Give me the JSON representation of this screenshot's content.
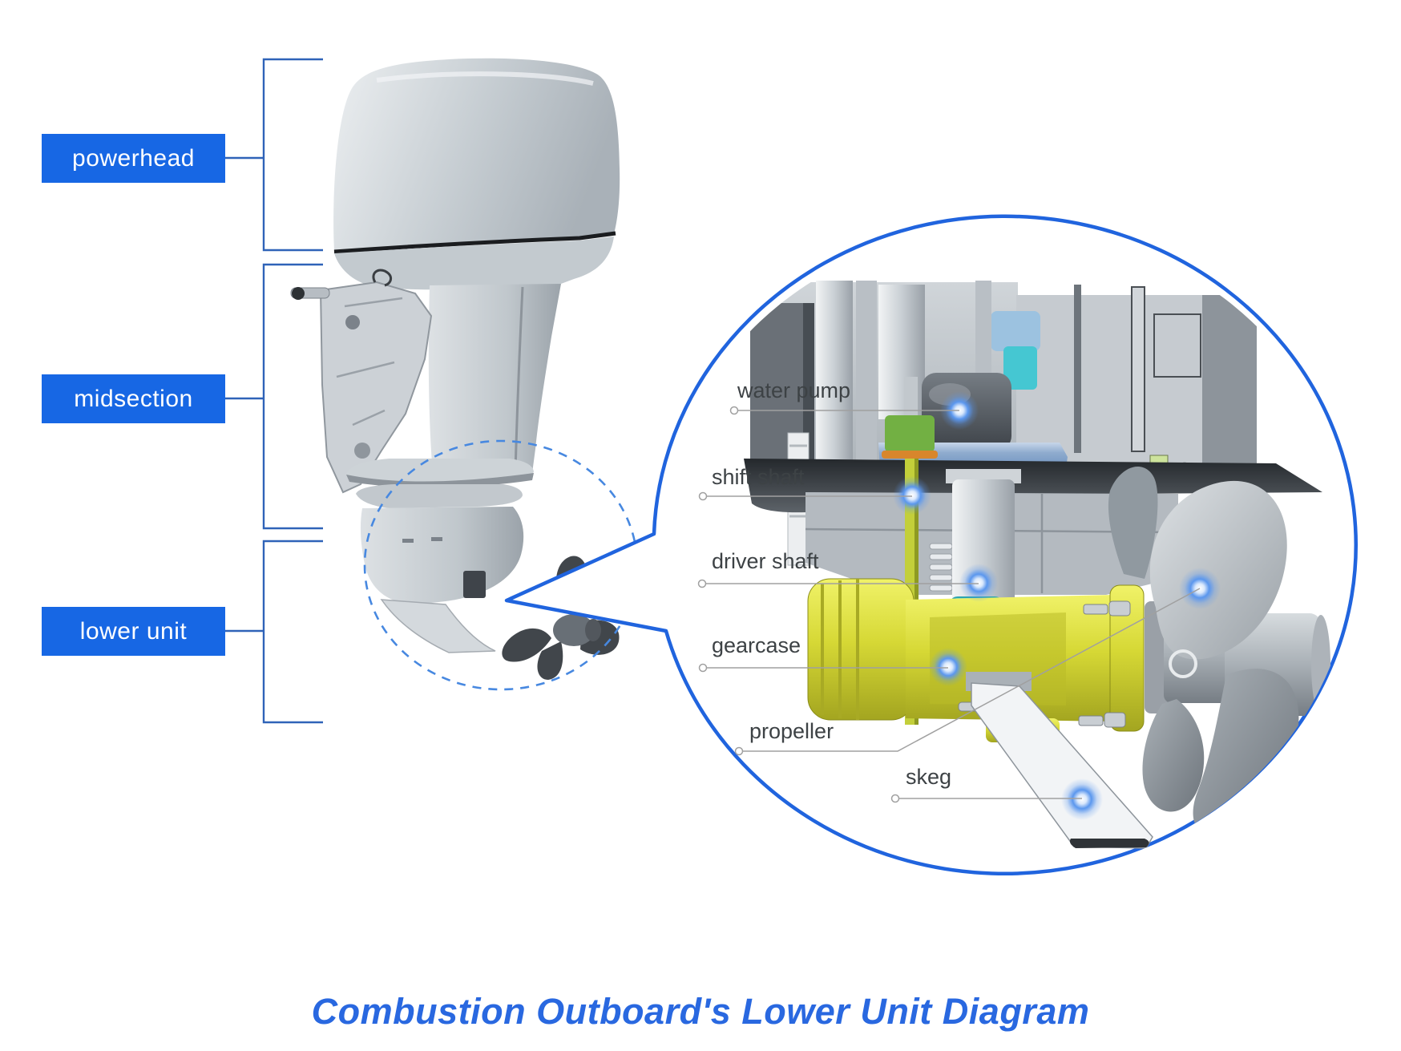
{
  "title": {
    "text": "Combustion Outboard's Lower Unit Diagram"
  },
  "section_labels": {
    "items": [
      {
        "label": "powerhead"
      },
      {
        "label": "midsection"
      },
      {
        "label": "lower unit"
      }
    ]
  },
  "callouts": {
    "items": [
      {
        "label": "water pump"
      },
      {
        "label": "shift shaft"
      },
      {
        "label": "driver shaft"
      },
      {
        "label": "gearcase"
      },
      {
        "label": "propeller"
      },
      {
        "label": "skeg"
      }
    ]
  },
  "colors": {
    "label_box_blue": "#1767e4",
    "title_blue": "#2968e0",
    "bracket_blue": "#2f63b8",
    "bubble_outline_blue": "#2064de",
    "dashed_circle_blue": "#4788e0",
    "callout_text_gray": "#3d4245",
    "leader_line_gray": "#a0a0a0",
    "gearcase_yellow": "#d6d835",
    "shift_shaft_green": "#72b043",
    "water_pump_plate_blue": "#7e9cc4",
    "glow_marker_blue": "#4a90ee"
  }
}
